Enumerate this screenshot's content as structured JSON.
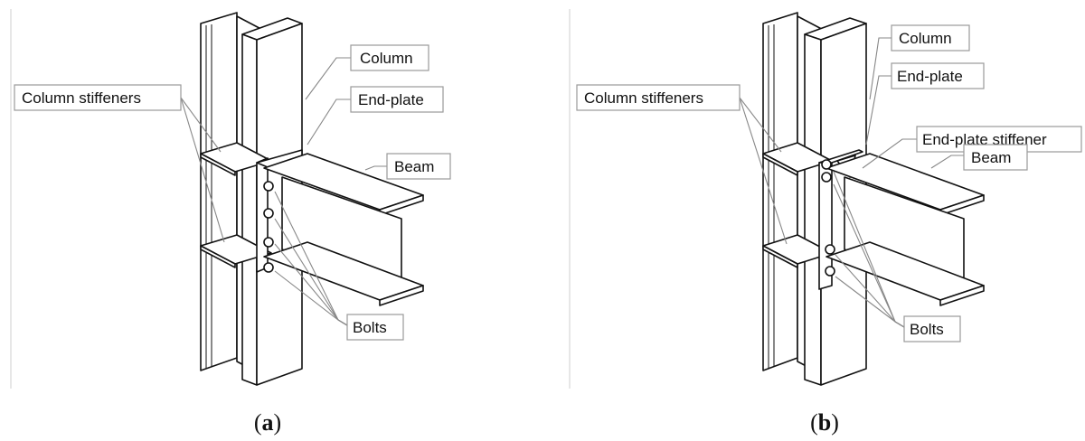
{
  "panel_a": {
    "labels": {
      "column": "Column",
      "end_plate": "End-plate",
      "beam": "Beam",
      "column_stiffeners": "Column stiffeners",
      "bolts": "Bolts"
    },
    "caption_open": "(",
    "caption_letter": "a",
    "caption_close": ")"
  },
  "panel_b": {
    "labels": {
      "column": "Column",
      "end_plate": "End-plate",
      "end_plate_stiffener": "End-plate stiffener",
      "beam": "Beam",
      "column_stiffeners": "Column stiffeners",
      "bolts": "Bolts"
    },
    "caption_open": "(",
    "caption_letter": "b",
    "caption_close": ")"
  }
}
